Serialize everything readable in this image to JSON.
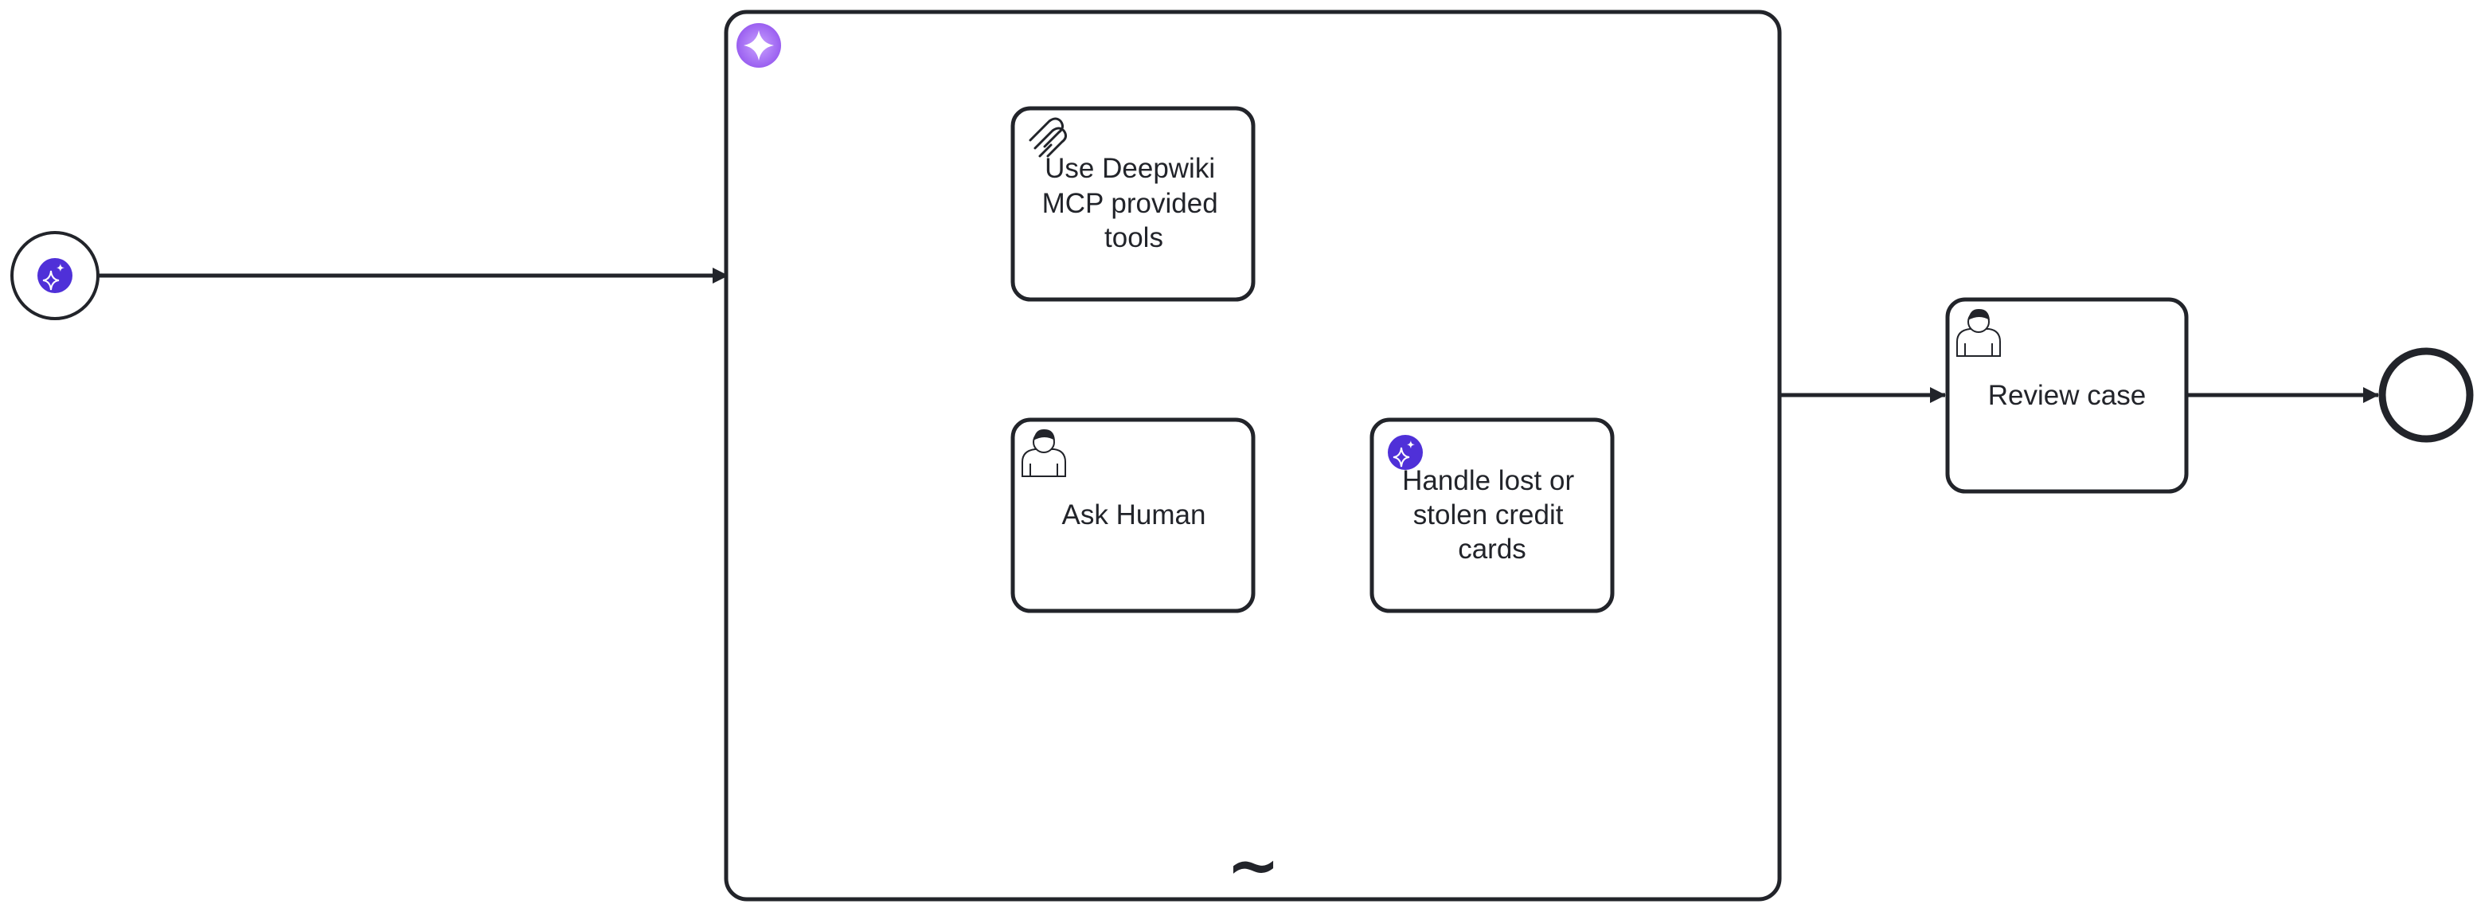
{
  "diagram": {
    "start_event": {
      "kind": "message start event",
      "icon": "ai-sparkle-icon",
      "icon_color": "#4f30d8"
    },
    "subprocess": {
      "kind": "ad-hoc sub-process",
      "marker": "~",
      "icon": "ai-agent-sparkle-icon",
      "icon_color": "#a268f0"
    },
    "tasks": [
      {
        "id": "deepwiki",
        "icon": "mcp-icon",
        "lines": [
          "Use Deepwiki",
          "MCP provided",
          "tools"
        ]
      },
      {
        "id": "ask-human",
        "icon": "user-icon",
        "lines": [
          "Ask Human"
        ]
      },
      {
        "id": "lost-cards",
        "icon": "ai-sparkle-icon",
        "lines": [
          "Handle lost or",
          "stolen credit",
          "cards"
        ]
      }
    ],
    "review_task": {
      "icon": "user-icon",
      "lines": [
        "Review case"
      ]
    },
    "end_event": {
      "kind": "end event"
    },
    "colors": {
      "stroke": "#22242a",
      "ai_accent": "#4f30d8",
      "agent_accent": "#a268f0"
    }
  }
}
